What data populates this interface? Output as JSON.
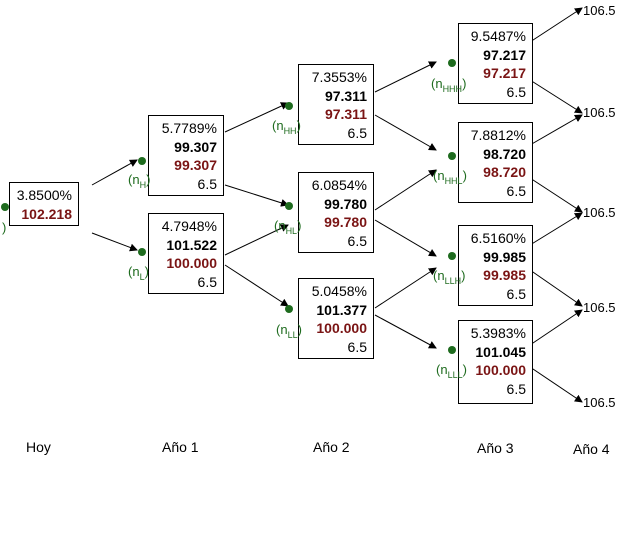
{
  "nodes": {
    "root": {
      "rate": "3.8500%",
      "value": "102.218",
      "label": ")"
    },
    "H": {
      "rate": "5.7789%",
      "price": "99.307",
      "value": "99.307",
      "coupon": "6.5",
      "label_pre": "(n",
      "label_sub": "H",
      "label_post": ")"
    },
    "L": {
      "rate": "4.7948%",
      "price": "101.522",
      "value": "100.000",
      "coupon": "6.5",
      "label_pre": "(n",
      "label_sub": "L",
      "label_post": ")"
    },
    "HH": {
      "rate": "7.3553%",
      "price": "97.311",
      "value": "97.311",
      "coupon": "6.5",
      "label_pre": "(n",
      "label_sub": "HH",
      "label_post": ")"
    },
    "HL": {
      "rate": "6.0854%",
      "price": "99.780",
      "value": "99.780",
      "coupon": "6.5",
      "label_pre": "(n",
      "label_sub": "HL",
      "label_post": ")"
    },
    "LL": {
      "rate": "5.0458%",
      "price": "101.377",
      "value": "100.000",
      "coupon": "6.5",
      "label_pre": "(n",
      "label_sub": "LL",
      "label_post": ")"
    },
    "HHH": {
      "rate": "9.5487%",
      "price": "97.217",
      "value": "97.217",
      "coupon": "6.5",
      "label_pre": "(n",
      "label_sub": "HHH",
      "label_post": ")"
    },
    "HHL": {
      "rate": "7.8812%",
      "price": "98.720",
      "value": "98.720",
      "coupon": "6.5",
      "label_pre": "(n",
      "label_sub": "HHL",
      "label_post": ")"
    },
    "LLH": {
      "rate": "6.5160%",
      "price": "99.985",
      "value": "99.985",
      "coupon": "6.5",
      "label_pre": "(n",
      "label_sub": "LLH",
      "label_post": ")"
    },
    "LLL": {
      "rate": "5.3983%",
      "price": "101.045",
      "value": "100.000",
      "coupon": "6.5",
      "label_pre": "(n",
      "label_sub": "LLL",
      "label_post": ")"
    }
  },
  "final_values": [
    "106.5",
    "106.5",
    "106.5",
    "106.5",
    "106.5"
  ],
  "periods": [
    "Hoy",
    "Año 1",
    "Año 2",
    "Año 3",
    "Año 4"
  ],
  "colors": {
    "node_label": "#1e6b1e",
    "value_text": "#7a1414",
    "border": "#000000"
  }
}
